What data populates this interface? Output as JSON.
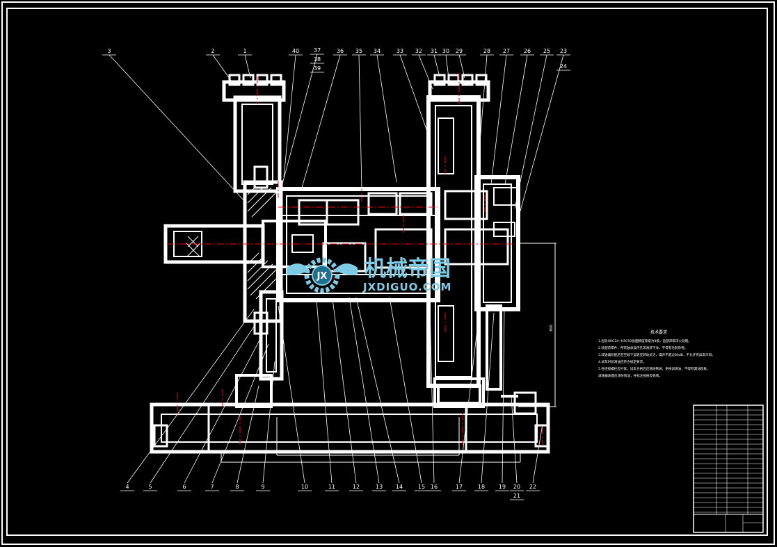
{
  "callouts_top": [
    "3",
    "2",
    "1",
    "40",
    "37",
    "38",
    "39",
    "36",
    "35",
    "34",
    "33",
    "32",
    "31",
    "30",
    "29",
    "28",
    "27",
    "26",
    "25",
    "23",
    "24"
  ],
  "callouts_bottom": [
    "4",
    "5",
    "6",
    "7",
    "8",
    "9",
    "10",
    "11",
    "12",
    "13",
    "14",
    "15",
    "16",
    "17",
    "18",
    "19",
    "20",
    "21",
    "22"
  ],
  "dimension_label": "800",
  "notes": {
    "title": "技术要求",
    "lines": [
      "1.齿轮HRC24~HRC50齿面精度等级为8级，齿部渗碳淬火处理。",
      "2.装配前零件，所有轴承及内孔等清洗干净，不得有毛刺杂物。",
      "3.减速器装配后在空载下运转应转动灵活，噪声不超过80dB，不允许有异常声响。",
      "4.试车时润滑油应符合规定要求。",
      "5.各连接螺栓应拧紧，试车合格后应清除铁屑，更换润滑油，不得有漏油现象。",
      "  减速器表面应涂防锈漆，并标注规格及铭牌。"
    ]
  },
  "watermark": {
    "logo_letters": "JX",
    "chinese": "机械帝国",
    "english": "JXDIGUO.COM"
  },
  "colors": {
    "background": "#000000",
    "lines": "#ffffff",
    "center_lines": "#ff0000",
    "watermark": "#7ecbe6",
    "watermark_dark": "#1f6f8f"
  }
}
